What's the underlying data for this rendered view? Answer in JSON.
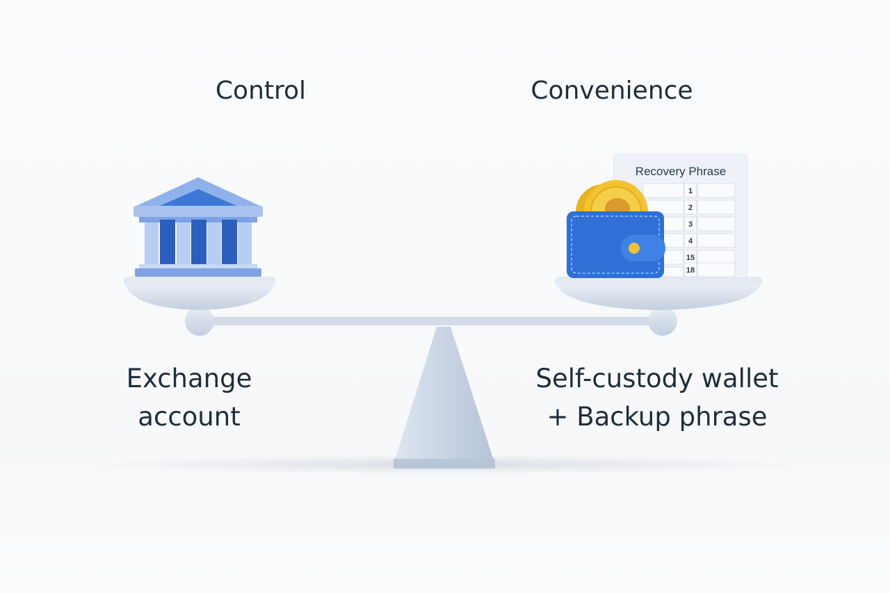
{
  "left": {
    "heading": "Control",
    "caption_line1": "Exchange",
    "caption_line2": "account",
    "icon": "bank-icon"
  },
  "right": {
    "heading": "Convenience",
    "caption_line1": "Self-custody wallet",
    "caption_line2": "+ Backup phrase",
    "icon": "wallet-icon"
  },
  "recovery_card": {
    "title": "Recovery Phrase",
    "numbers": [
      "1",
      "2",
      "3",
      "4",
      "15",
      "18"
    ]
  },
  "colors": {
    "text": "#1f2d3a",
    "blue": "#2f6fd6",
    "scale": "#c9d4e3",
    "coin": "#f2c230"
  }
}
